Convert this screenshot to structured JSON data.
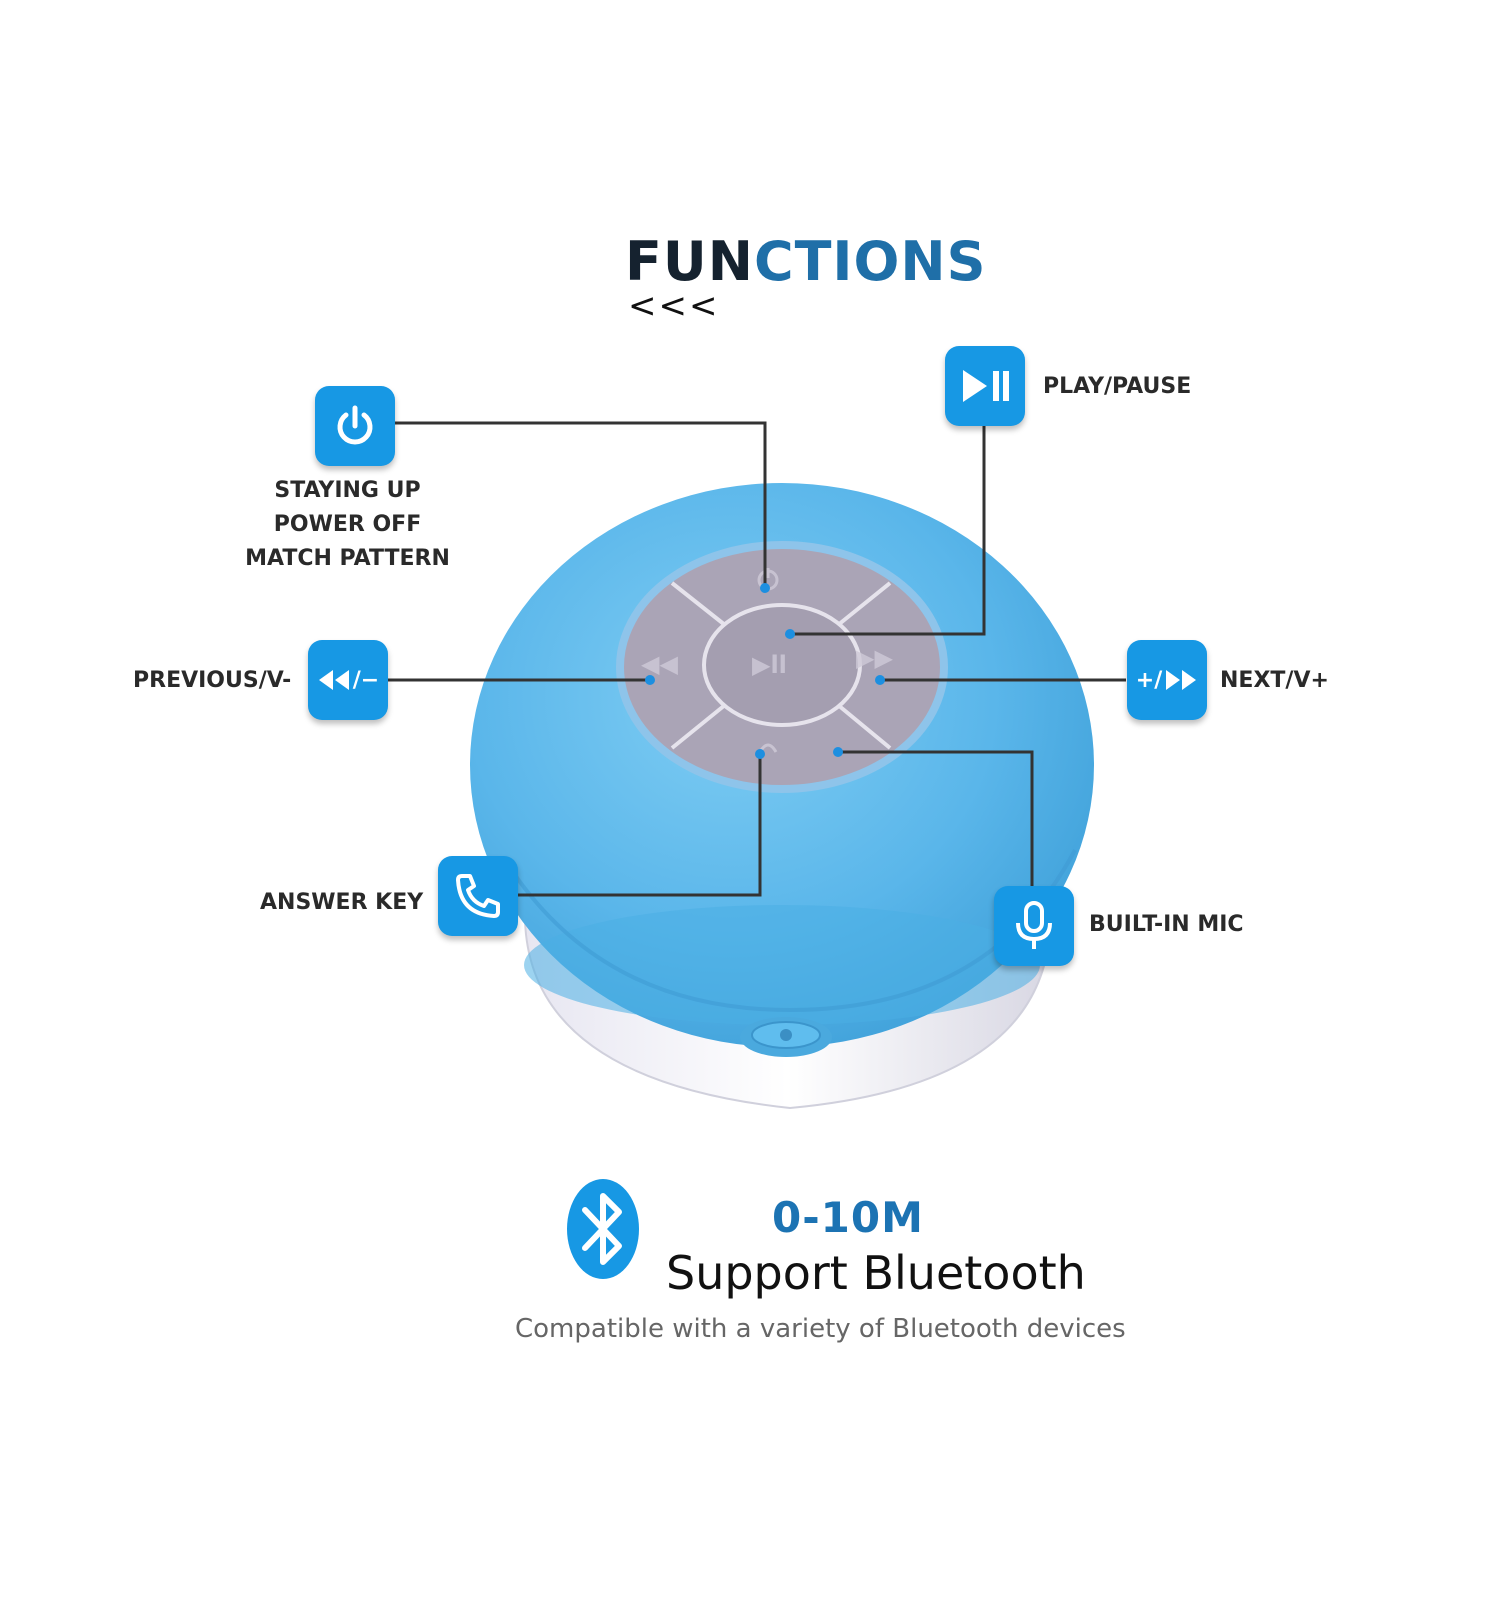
{
  "title_part1": "FUN",
  "title_part2": "CTIONS",
  "chevrons": "<<<",
  "callouts": {
    "power": {
      "label_lines": [
        "STAYING UP",
        "POWER OFF",
        "MATCH PATTERN"
      ],
      "icon": "power-icon"
    },
    "play_pause": {
      "label": "PLAY/PAUSE",
      "icon": "play-pause-icon"
    },
    "previous": {
      "label": "PREVIOUS/V-",
      "icon": "rewind-minus-icon",
      "icon_text": "/−"
    },
    "next": {
      "label": "NEXT/V+",
      "icon": "plus-fast-forward-icon",
      "icon_text": "+/"
    },
    "answer": {
      "label": "ANSWER KEY",
      "icon": "phone-icon"
    },
    "mic": {
      "label": "BUILT-IN MIC",
      "icon": "microphone-icon"
    }
  },
  "bluetooth": {
    "range": "0-10M",
    "support": "Support Bluetooth",
    "compatible": "Compatible with a variety of Bluetooth devices",
    "icon": "bluetooth-icon"
  },
  "colors": {
    "accent": "#1798e4",
    "speaker_body": "#5bb8ea",
    "control_pad": "#a9a3b4",
    "line": "#333333",
    "title_dark": "#15222f",
    "title_blue": "#1f6fa8"
  }
}
